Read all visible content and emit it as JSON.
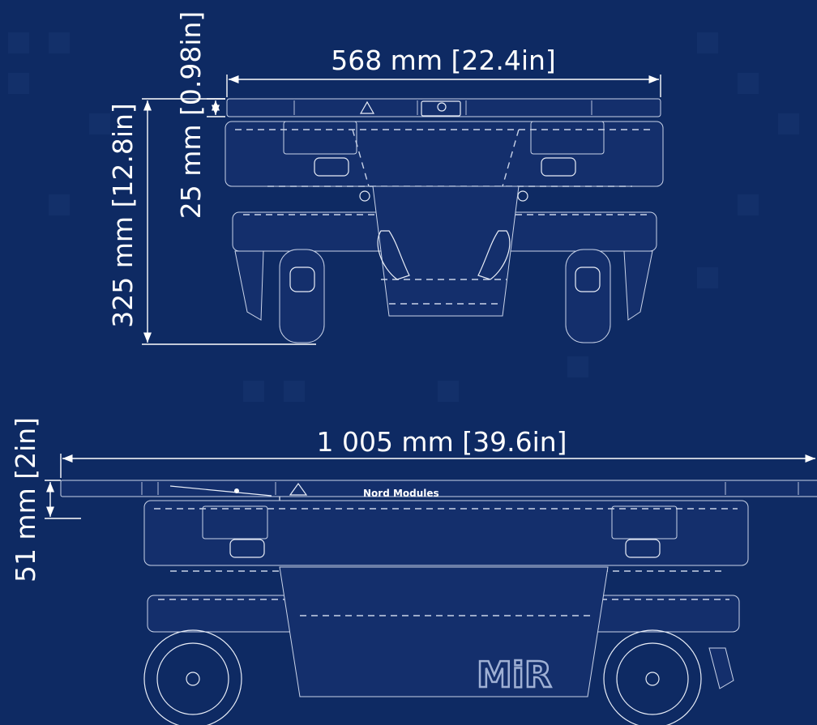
{
  "colors": {
    "background": "#0e2a63",
    "line": "#e9eef8",
    "dimension": "#ffffff"
  },
  "top_view": {
    "width_label": "568 mm [22.4in]",
    "height_label": "325 mm [12.8in]",
    "top_thickness_label": "25 mm [0.98in]"
  },
  "side_view": {
    "length_label": "1 005 mm [39.6in]",
    "thickness_label": "51 mm [2in]",
    "brand_text": "Nord Modules",
    "logo_text": "MiR"
  }
}
